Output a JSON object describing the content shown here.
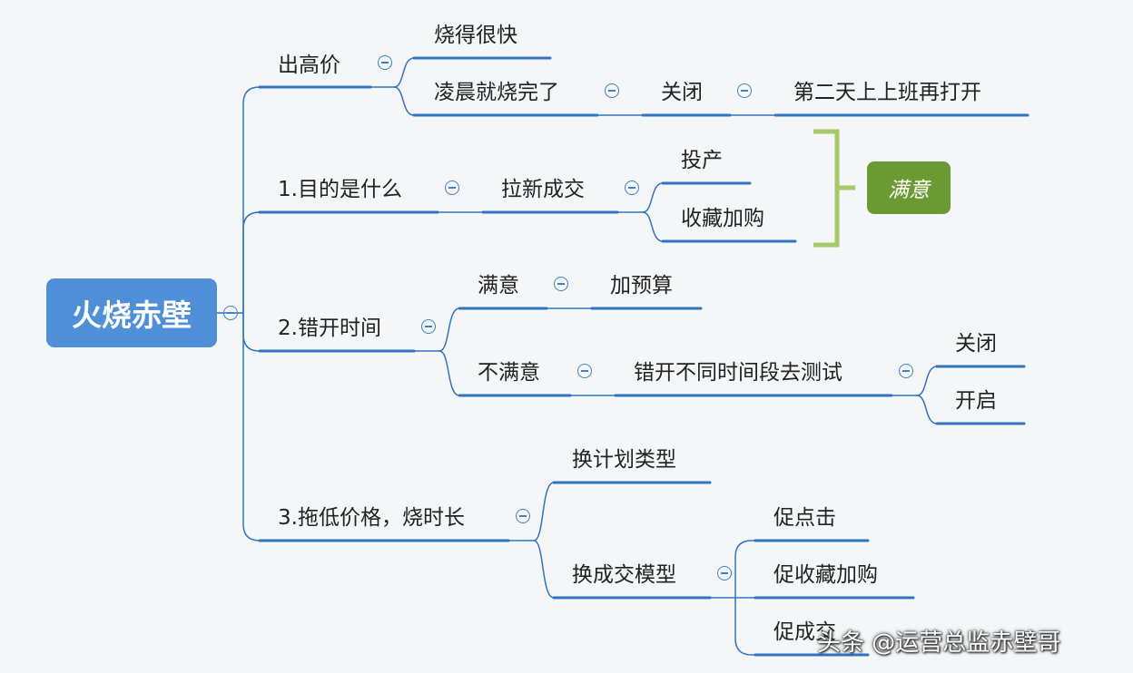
{
  "root": "火烧赤壁",
  "branches": {
    "b0": {
      "label": "出高价",
      "c1": "烧得很快",
      "c2": "凌晨就烧完了",
      "c2a": "关闭",
      "c2b": "第二天上上班再打开"
    },
    "b1": {
      "label": "1.目的是什么",
      "c1": "拉新成交",
      "c1a": "投产",
      "c1b": "收藏加购",
      "summary": "满意"
    },
    "b2": {
      "label": "2.错开时间",
      "c1": "满意",
      "c1a": "加预算",
      "c2": "不满意",
      "c2a": "错开不同时间段去测试",
      "c2a1": "关闭",
      "c2a2": "开启"
    },
    "b3": {
      "label": "3.拖低价格，烧时长",
      "c1": "换计划类型",
      "c2": "换成交模型",
      "c2a": "促点击",
      "c2b": "促收藏加购",
      "c2c": "促成交"
    }
  },
  "watermark": "头条 @运营总监赤壁哥",
  "colors": {
    "root": "#4f8fd8",
    "line": "#3f80c8",
    "bracket": "#a7c96a",
    "summary": "#6b9a32"
  }
}
